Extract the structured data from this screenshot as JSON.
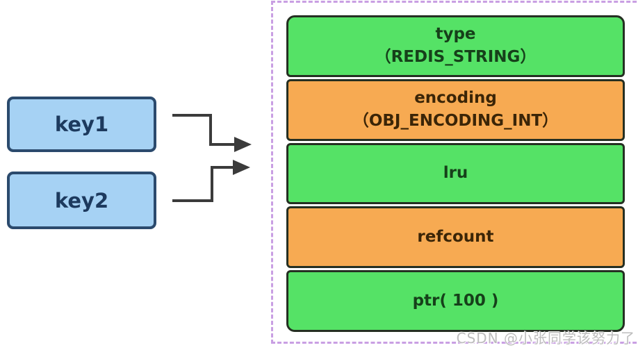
{
  "keys": [
    {
      "label": "key1"
    },
    {
      "label": "key2"
    }
  ],
  "redis_object": {
    "rows": [
      {
        "label": "type",
        "sublabel": "（REDIS_STRING）",
        "fill": "#55e266",
        "kind": "green"
      },
      {
        "label": "encoding",
        "sublabel": "（OBJ_ENCODING_INT）",
        "fill": "#f7aa52",
        "kind": "orange"
      },
      {
        "label": "lru",
        "fill": "#55e266",
        "kind": "green"
      },
      {
        "label": "refcount",
        "fill": "#f7aa52",
        "kind": "orange"
      },
      {
        "label": "ptr( 100 )",
        "fill": "#55e266",
        "kind": "green"
      }
    ]
  },
  "colors": {
    "row_green": "#55e266",
    "row_orange": "#f7aa52",
    "row_border": "#252f22",
    "key_fill": "#a6d2f4",
    "key_border": "#2b4a6d",
    "key_text": "#1d3a5e",
    "slide_border": "#c99fe3",
    "arrow": "#3b3b3b",
    "watermark_text": "#bdbdbd"
  },
  "watermark": "CSDN @小张同学该努力了"
}
